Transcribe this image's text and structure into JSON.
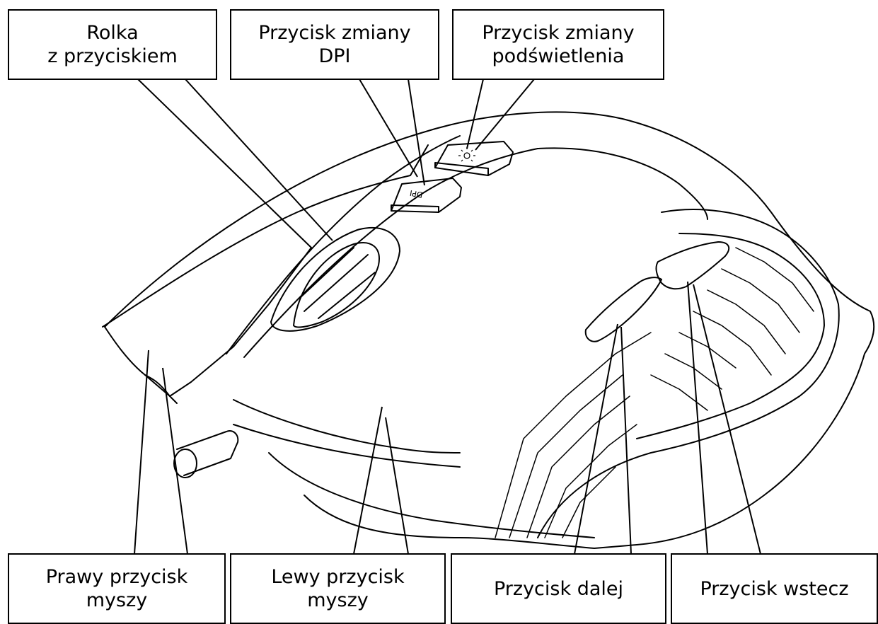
{
  "labels": {
    "scroll_wheel": "Rolka\nz przyciskiem",
    "dpi_button": "Przycisk zmiany\nDPI",
    "light_button": "Przycisk zmiany\npodświetlenia",
    "right_button": "Prawy przycisk\nmyszy",
    "left_button": "Lewy przycisk\nmyszy",
    "forward_button": "Przycisk dalej",
    "back_button": "Przycisk wstecz"
  },
  "button_markings": {
    "dpi": "DPI",
    "light": "light-bulb-icon"
  },
  "colors": {
    "line": "#000000",
    "background": "#ffffff"
  }
}
